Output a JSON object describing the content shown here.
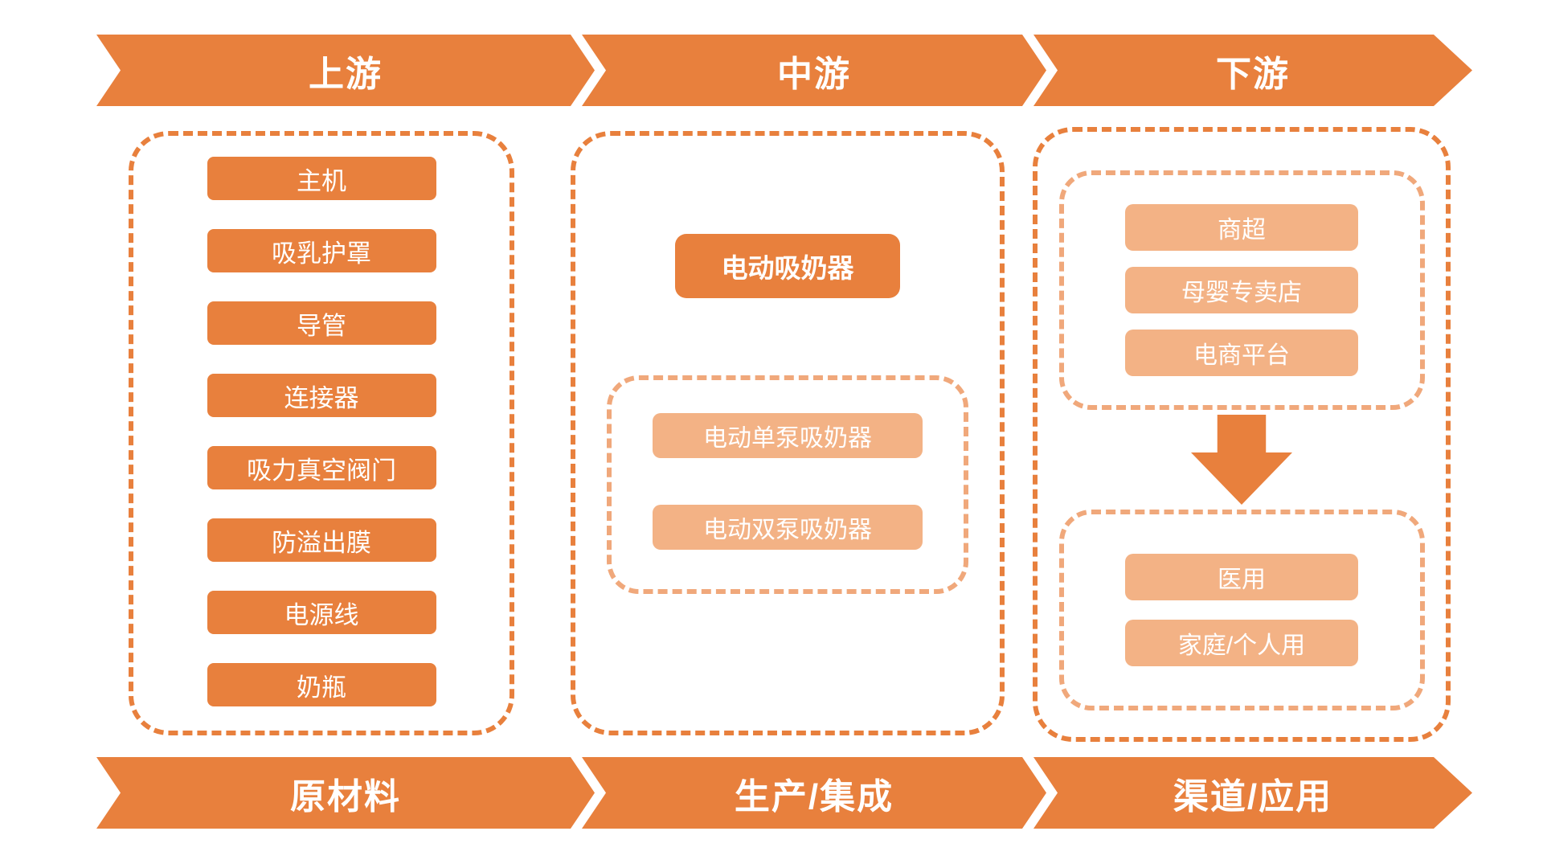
{
  "colors": {
    "primary": "#E8803D",
    "light": "#F3B285",
    "light_dash": "#F0A87B",
    "text_on_orange": "#FFFFFF",
    "page_bg": "#FFFFFF"
  },
  "top_banner": {
    "segments": [
      {
        "label": "上游"
      },
      {
        "label": "中游"
      },
      {
        "label": "下游"
      }
    ]
  },
  "bottom_banner": {
    "segments": [
      {
        "label": "原材料"
      },
      {
        "label": "生产/集成"
      },
      {
        "label": "渠道/应用"
      }
    ]
  },
  "upstream": {
    "components": [
      "主机",
      "吸乳护罩",
      "导管",
      "连接器",
      "吸力真空阀门",
      "防溢出膜",
      "电源线",
      "奶瓶"
    ]
  },
  "midstream": {
    "product": "电动吸奶器",
    "variants": [
      "电动单泵吸奶器",
      "电动双泵吸奶器"
    ]
  },
  "downstream": {
    "channels": [
      "商超",
      "母婴专卖店",
      "电商平台"
    ],
    "applications": [
      "医用",
      "家庭/个人用"
    ]
  },
  "icons": {
    "down_arrow": "flow-down-arrow"
  }
}
